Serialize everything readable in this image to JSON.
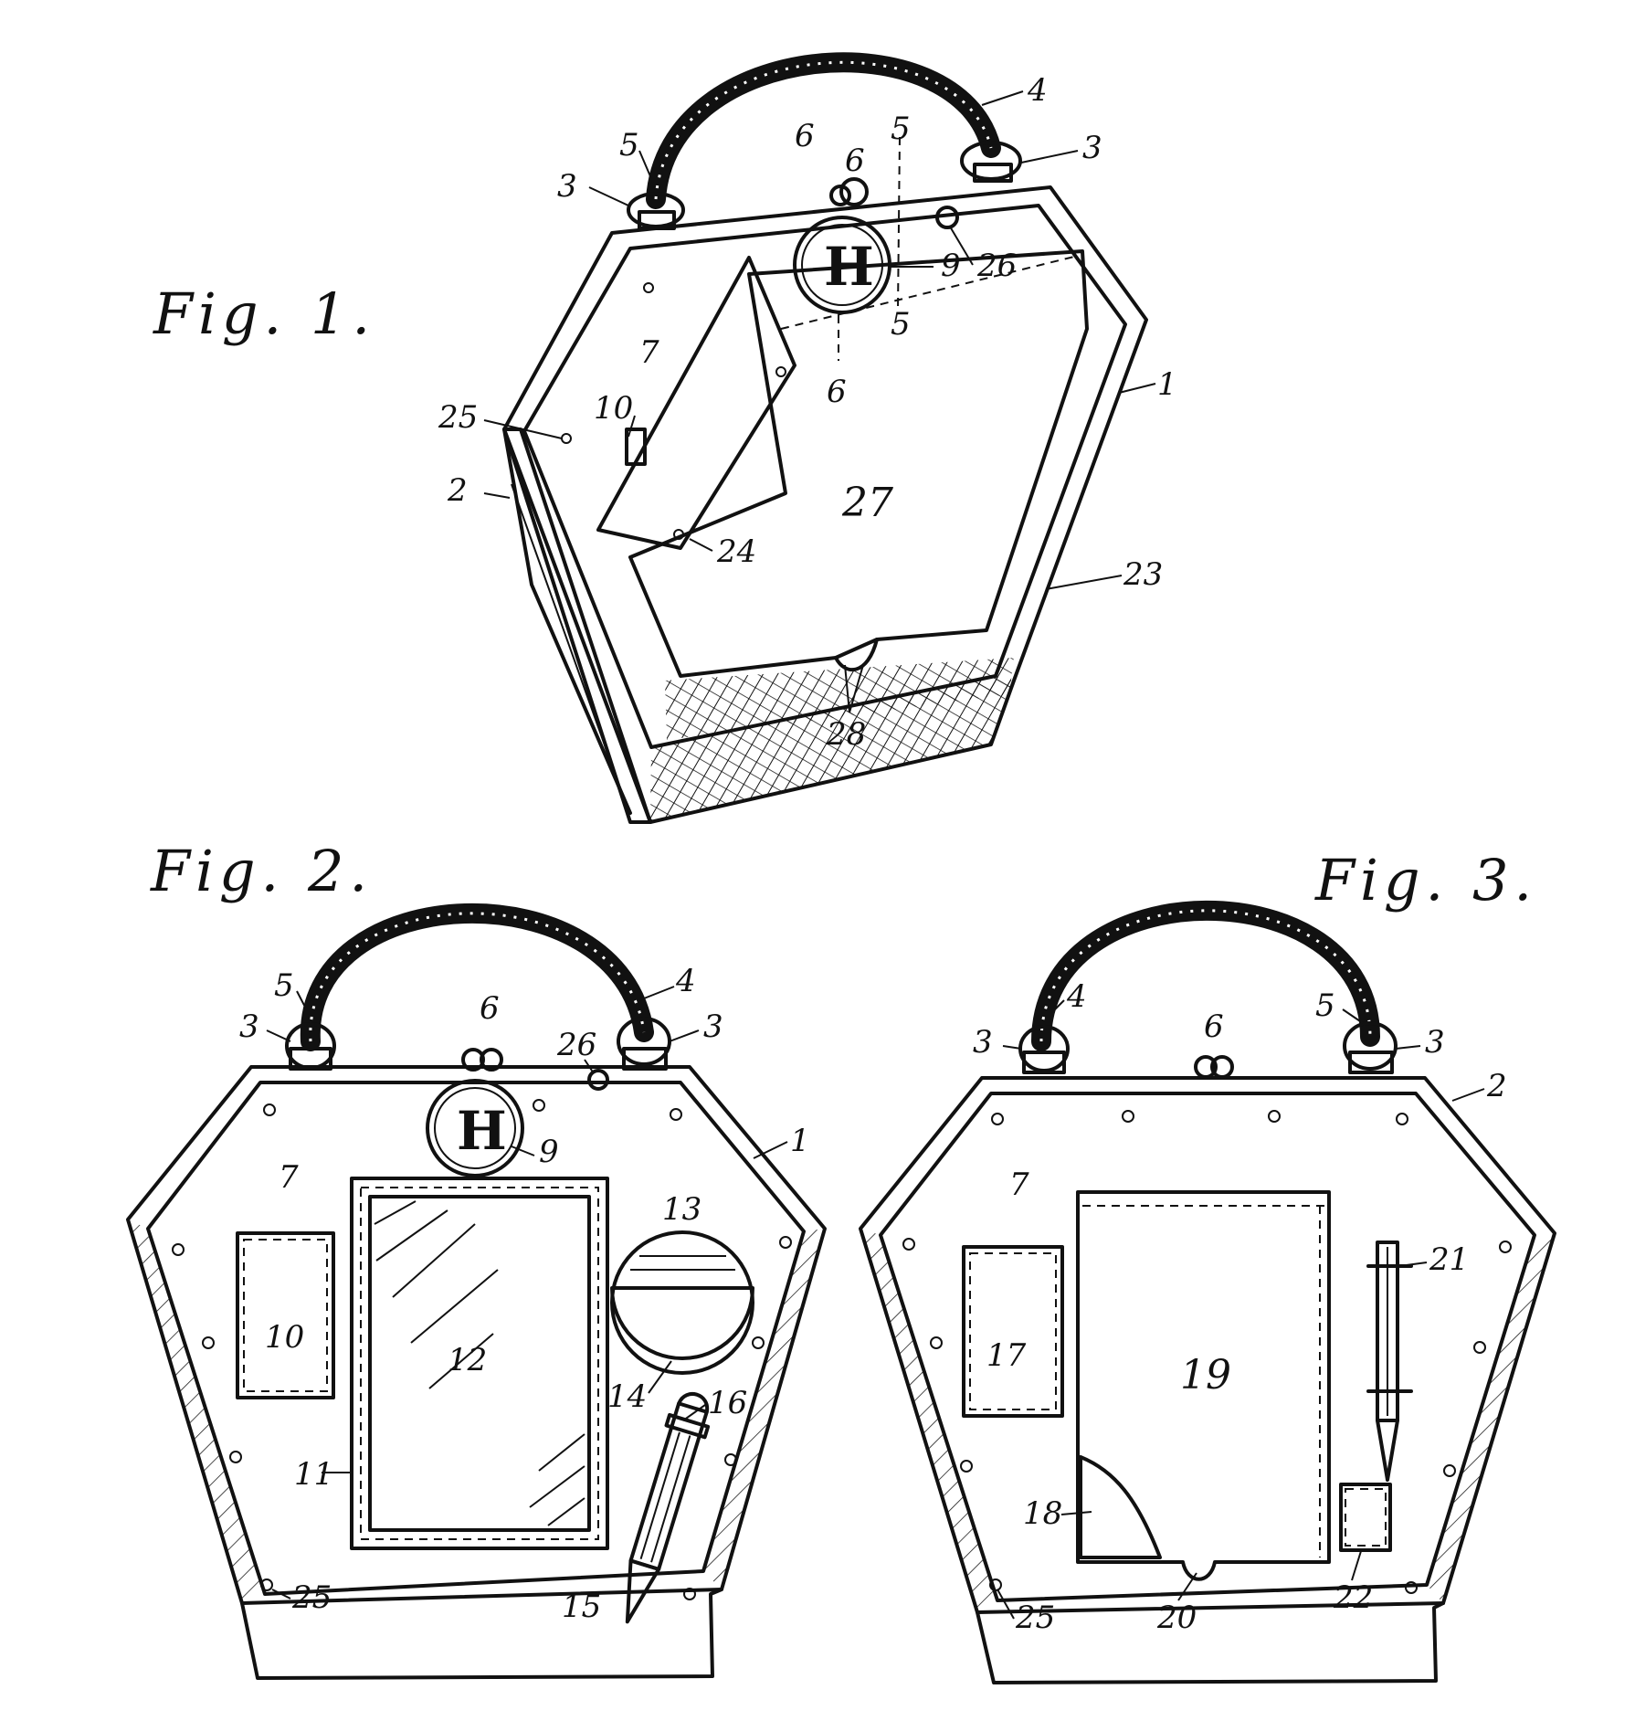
{
  "figures": {
    "fig1": {
      "title": "Fig. 1.",
      "refs": [
        "1",
        "2",
        "3",
        "3",
        "4",
        "5",
        "5",
        "5",
        "6",
        "6",
        "6",
        "7",
        "9",
        "10",
        "23",
        "24",
        "25",
        "26",
        "27",
        "28"
      ],
      "monogram": "H"
    },
    "fig2": {
      "title": "Fig. 2.",
      "refs": [
        "1",
        "3",
        "3",
        "4",
        "5",
        "6",
        "7",
        "9",
        "10",
        "11",
        "12",
        "13",
        "14",
        "15",
        "16",
        "25",
        "26"
      ],
      "monogram": "H"
    },
    "fig3": {
      "title": "Fig. 3.",
      "refs": [
        "2",
        "3",
        "3",
        "4",
        "5",
        "6",
        "7",
        "17",
        "18",
        "19",
        "20",
        "21",
        "22",
        "25"
      ]
    }
  }
}
